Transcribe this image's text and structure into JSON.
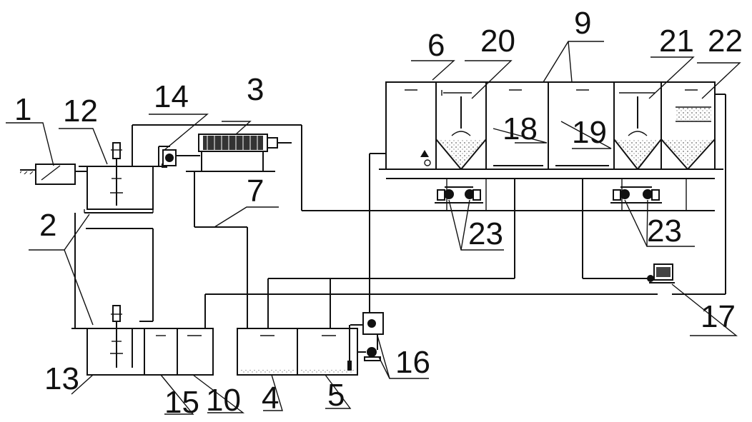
{
  "labels": {
    "l1": "1",
    "l2": "2",
    "l3": "3",
    "l4": "4",
    "l5": "5",
    "l6": "6",
    "l7": "7",
    "l9": "9",
    "l10": "10",
    "l12": "12",
    "l13": "13",
    "l14": "14",
    "l15": "15",
    "l16": "16",
    "l17": "17",
    "l18": "18",
    "l19": "19",
    "l20": "20",
    "l21": "21",
    "l22": "22",
    "l23a": "23",
    "l23b": "23"
  }
}
